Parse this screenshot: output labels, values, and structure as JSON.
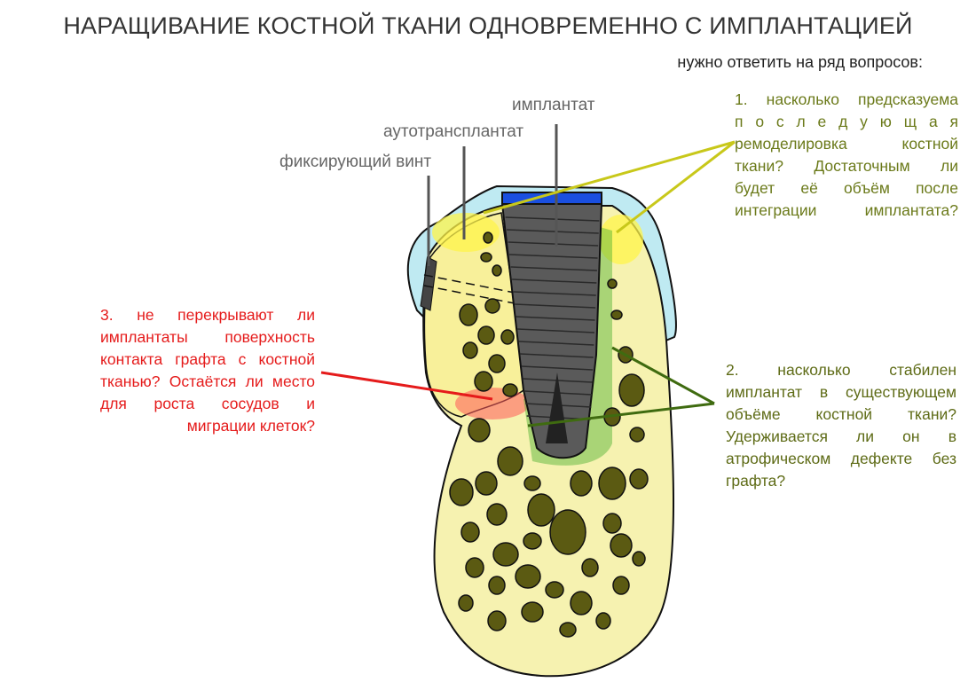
{
  "title": "НАРАЩИВАНИЕ КОСТНОЙ ТКАНИ ОДНОВРЕМЕННО С ИМПЛАНТАЦИЕЙ",
  "subtitle": "нужно ответить на ряд вопросов:",
  "labels": {
    "implant": "имплантат",
    "autograft": "аутотрансплантат",
    "fixing_screw": "фиксирующий винт"
  },
  "questions": {
    "q1": [
      "1. насколько предсказуема",
      "п о с л е д у ю щ а я",
      "ремоделировка костной",
      "ткани? Достаточным ли",
      "будет её объём после",
      "интеграции имплантата?"
    ],
    "q2": [
      "2. насколько стабилен",
      "имплантат в существующем",
      "объёме костной ткани?",
      "Удерживается ли он в",
      "атрофическом дефекте без",
      "графта?"
    ],
    "q3": [
      "3. не перекрывают ли",
      "имплантаты поверхность",
      "контакта графта с костной",
      "тканью? Остаётся ли место",
      "для роста сосудов и",
      "миграции клеток?"
    ]
  },
  "colors": {
    "q1": "#6b7a1a",
    "q2": "#5e6b16",
    "q3": "#e51b1b",
    "bone": "#f6f2b0",
    "gum": "#bfeaf2",
    "implant": "#555555",
    "cap": "#1a4fe0",
    "trabecula": "#5b5a12"
  }
}
